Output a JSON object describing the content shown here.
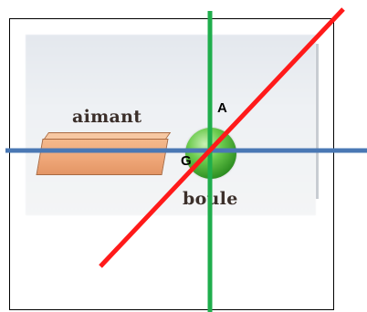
{
  "labels": {
    "magnet": "aimant",
    "ball": "boule",
    "point_a": "A",
    "point_g": "G"
  },
  "colors": {
    "vertical_line": "#1fae4c",
    "horizontal_line": "#4a78b4",
    "diagonal_line": "#ff1a1a",
    "magnet_fill": "#eea576",
    "ball_fill": "#4caf3c"
  }
}
